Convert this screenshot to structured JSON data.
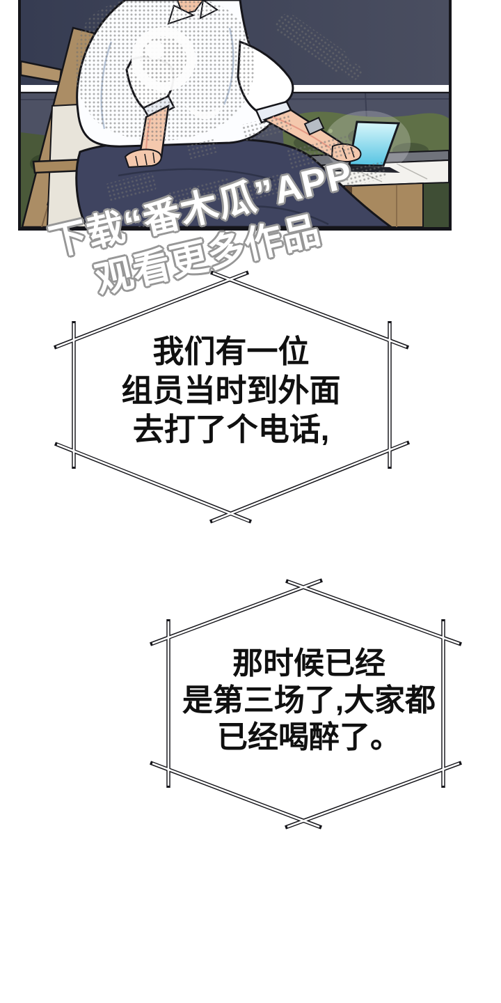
{
  "watermark": {
    "line1": "下载“番木瓜”APP",
    "line2": "观看更多作品",
    "fill_color": "#ffffff",
    "outline_color": "#979797"
  },
  "bubbles": [
    {
      "lines": [
        "我们有一位",
        "组员当时到外面",
        "去打了个电话,"
      ]
    },
    {
      "lines": [
        "那时候已经",
        "是第三场了,大家都",
        "已经喝醉了。"
      ]
    }
  ],
  "scene": {
    "colors": {
      "wall_top": "#363c52",
      "wall_bottom": "#4d5164",
      "railing": "#ffffff",
      "bush_green": "#5f7047",
      "bush_dark": "#3f4e35",
      "marble_face": "#f3f2ee",
      "marble_edge": "#70737b",
      "wood": "#a8895f",
      "wood_dark": "#5c4530",
      "chair_wood": "#ab8d65",
      "cushion": "#e8e4da",
      "shirt": "#fcfdff",
      "shirt_shade": "#b9c6d8",
      "skin": "#f4c8ad",
      "pants": "#3f4460",
      "laptop_screen": "#bff0f8",
      "laptop_body": "#23252d",
      "watch_band": "#b6bcc4",
      "outline": "#15151a",
      "halftone": "#707070"
    }
  }
}
